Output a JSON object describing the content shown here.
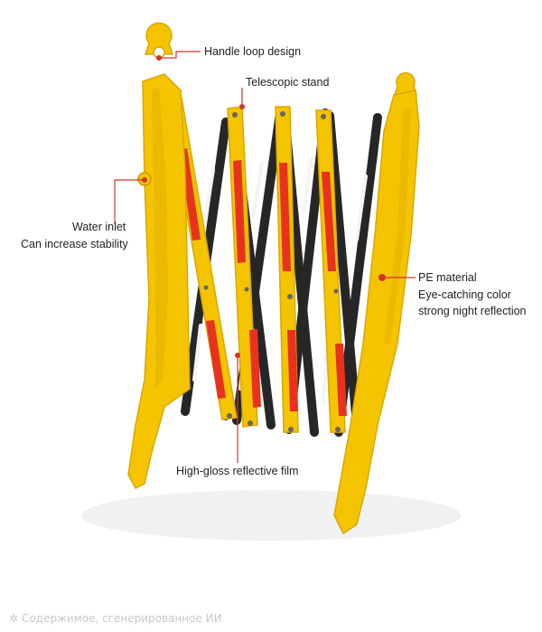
{
  "annotations": {
    "handle": "Handle loop design",
    "telescopic": "Telescopic stand",
    "water_line1": "Water inlet",
    "water_line2": "Can increase stability",
    "pe_line1": "PE material",
    "pe_line2": "Eye-catching color",
    "pe_line3": "strong night reflection",
    "film": "High-gloss reflective film"
  },
  "watermark": {
    "icon": "sparkle-icon",
    "text": "Содержимое, сгенерированное ИИ"
  },
  "colors": {
    "barrier_yellow": "#f5c400",
    "barrier_shadow": "#d9a800",
    "reflective_red": "#e8321e",
    "reflective_white": "#f4f4f4",
    "callout_red": "#d2342a",
    "inner_bars": "#262626"
  }
}
